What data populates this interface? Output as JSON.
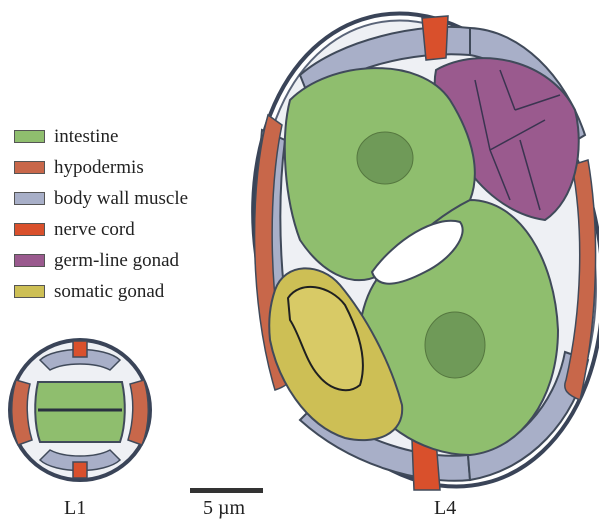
{
  "colors": {
    "intestine": "#8fbe6e",
    "hypodermis": "#c8674a",
    "body_wall_muscle": "#a8afc8",
    "nerve_cord": "#d9502c",
    "germline_gonad": "#9a5a8e",
    "somatic_gonad": "#cdbf55",
    "outline": "#404a5a"
  },
  "legend": [
    {
      "label": "intestine",
      "color": "#8fbe6e"
    },
    {
      "label": "hypodermis",
      "color": "#c8674a"
    },
    {
      "label": "body wall muscle",
      "color": "#a8afc8"
    },
    {
      "label": "nerve cord",
      "color": "#d9502c"
    },
    {
      "label": "germ-line gonad",
      "color": "#9a5a8e"
    },
    {
      "label": "somatic gonad",
      "color": "#cdbf55"
    }
  ],
  "captions": {
    "l1": "L1",
    "l4": "L4",
    "scale": "5 µm"
  }
}
